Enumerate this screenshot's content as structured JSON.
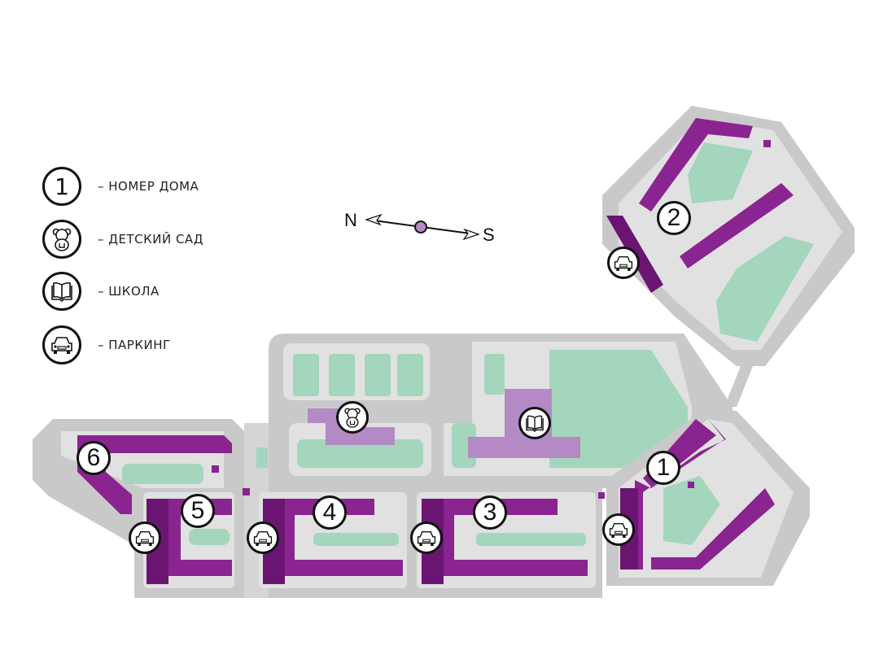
{
  "legend": {
    "items": [
      {
        "symbol": "1",
        "icon": "house-number-icon",
        "label": "– НОМЕР ДОМА"
      },
      {
        "symbol": "",
        "icon": "teddy-bear-icon",
        "label": "– ДЕТСКИЙ САД"
      },
      {
        "symbol": "",
        "icon": "book-icon",
        "label": "– ШКОЛА"
      },
      {
        "symbol": "",
        "icon": "car-icon",
        "label": "– ПАРКИНГ"
      }
    ]
  },
  "compass": {
    "north": "N",
    "south": "S"
  },
  "houses": [
    {
      "number": "1"
    },
    {
      "number": "2"
    },
    {
      "number": "3"
    },
    {
      "number": "4"
    },
    {
      "number": "5"
    },
    {
      "number": "6"
    }
  ],
  "colors": {
    "building": "#8a2490",
    "building_dark": "#6b1572",
    "facility": "#b48ac6",
    "green": "#a3d6bc",
    "road": "#c9c9c9",
    "yard": "#e1e1e1"
  }
}
